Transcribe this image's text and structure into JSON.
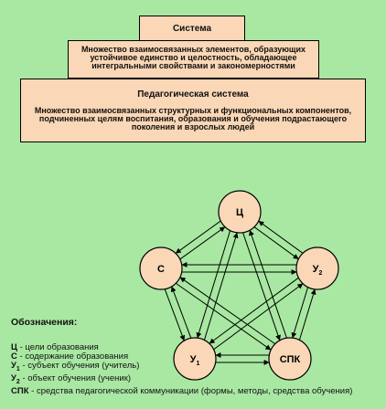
{
  "header": {
    "title": "Система",
    "system_definition": "Множество взаимосвязанных элементов, образующих устойчивое единство и целостность, обладающее интегральными свойствами и закономерностями",
    "pedagogical_title": "Педагогическая система",
    "pedagogical_definition": "Множество взаимосвязанных структурных и функциональных компонентов, подчиненных целям воспитания, образования и обучения подрастающего поколения и взрослых людей"
  },
  "nodes": [
    {
      "id": "c",
      "label": "Ц"
    },
    {
      "id": "s",
      "label": "С"
    },
    {
      "id": "u2",
      "label": "У",
      "sub": "2"
    },
    {
      "id": "u1",
      "label": "У",
      "sub": "1"
    },
    {
      "id": "spk",
      "label": "СПК"
    }
  ],
  "legend": {
    "title": "Обозначения:",
    "items": [
      {
        "key": "Ц",
        "sub": "",
        "text": " - цели образования"
      },
      {
        "key": "С",
        "sub": "",
        "text": " - содержание образования"
      },
      {
        "key": "У",
        "sub": "1",
        "text": " - субъект обучения (учитель)"
      },
      {
        "key": "У",
        "sub": "2",
        "text": " - объект обучения (ученик)"
      },
      {
        "key": "СПК",
        "sub": "",
        "text": " - средства педагогической коммуникации (формы, методы, средства обучения)"
      }
    ]
  },
  "colors": {
    "background": "#a9e8a2",
    "box_fill": "#fad7b6",
    "node_fill": "#fad7b6",
    "stroke": "#000000"
  }
}
